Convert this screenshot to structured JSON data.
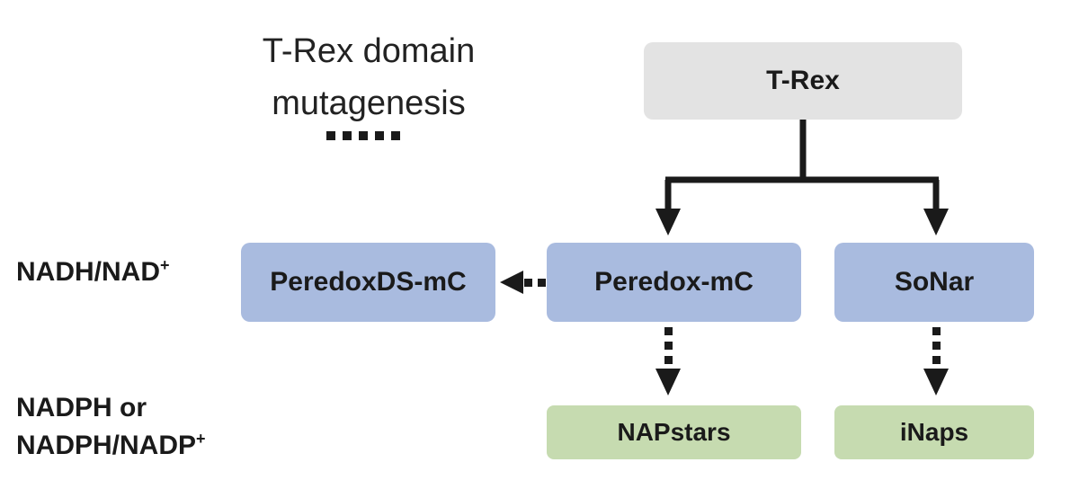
{
  "legend": {
    "title_line1": "T-Rex domain",
    "title_line2": "mutagenesis"
  },
  "rows": {
    "nadh_label_main": "NADH/NAD",
    "nadh_label_sup": "+",
    "nadph_line1": "NADPH or",
    "nadph_line2_main": "NADPH/NADP",
    "nadph_line2_sup": "+"
  },
  "nodes": {
    "trex": "T-Rex",
    "peredoxds": "PeredoxDS-mC",
    "peredox": "Peredox-mC",
    "sonar": "SoNar",
    "napstars": "NAPstars",
    "inaps": "iNaps"
  },
  "colors": {
    "trex_box": "#e3e3e3",
    "blue_box": "#a9bbdf",
    "green_box": "#c6dbb0",
    "arrow": "#1a1a1a"
  }
}
